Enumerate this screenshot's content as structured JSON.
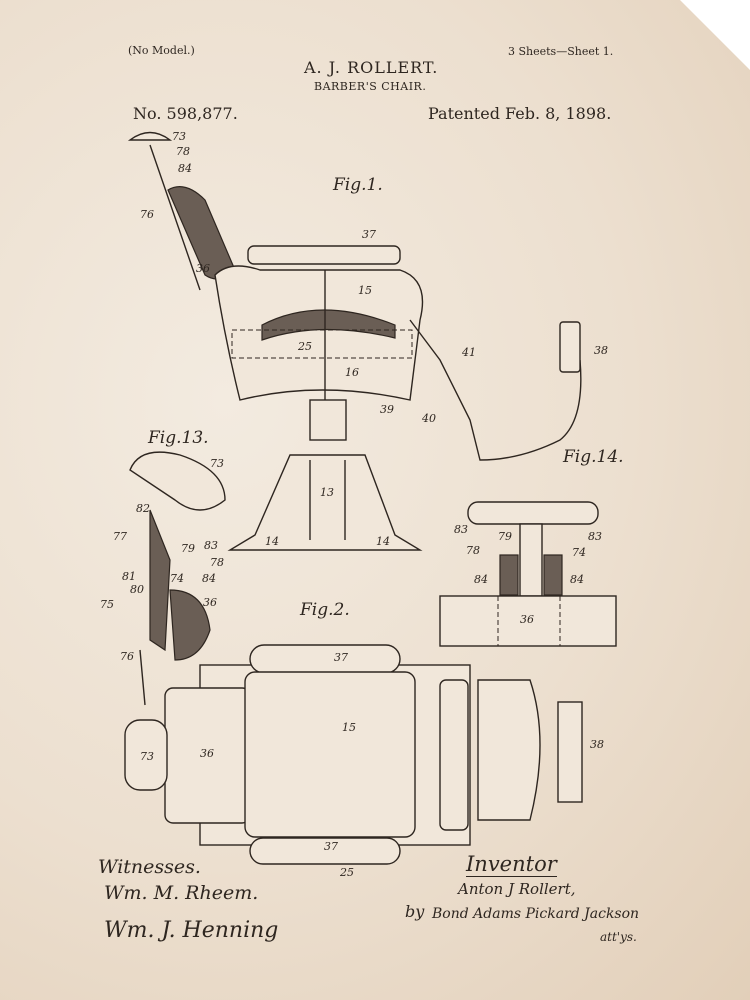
{
  "header": {
    "model_note": "(No Model.)",
    "sheets": "3 Sheets—Sheet 1.",
    "inventor_name": "A. J. ROLLERT.",
    "title": "BARBER'S CHAIR.",
    "patent_number": "No. 598,877.",
    "patent_date": "Patented Feb. 8, 1898."
  },
  "figures": {
    "fig1": "Fig.1.",
    "fig13": "Fig.13.",
    "fig14": "Fig.14.",
    "fig2": "Fig.2."
  },
  "refs": [
    "73",
    "78",
    "84",
    "76",
    "36",
    "37",
    "15",
    "25",
    "16",
    "41",
    "38",
    "39",
    "40",
    "13",
    "14",
    "14",
    "73",
    "82",
    "77",
    "79",
    "83",
    "78",
    "81",
    "80",
    "74",
    "84",
    "75",
    "36",
    "76",
    "83",
    "79",
    "83",
    "78",
    "74",
    "84",
    "84",
    "36",
    "37",
    "36",
    "73",
    "15",
    "38",
    "37",
    "25"
  ],
  "footer": {
    "witnesses_label": "Witnesses.",
    "witness_1": "Wm. M. Rheem.",
    "witness_2": "Wm. J. Henning",
    "inventor_label": "Inventor",
    "inventor_signature": "Anton J Rollert,",
    "by": "by",
    "attorneys": "Bond Adams Pickard Jackson",
    "attys": "att'ys."
  }
}
